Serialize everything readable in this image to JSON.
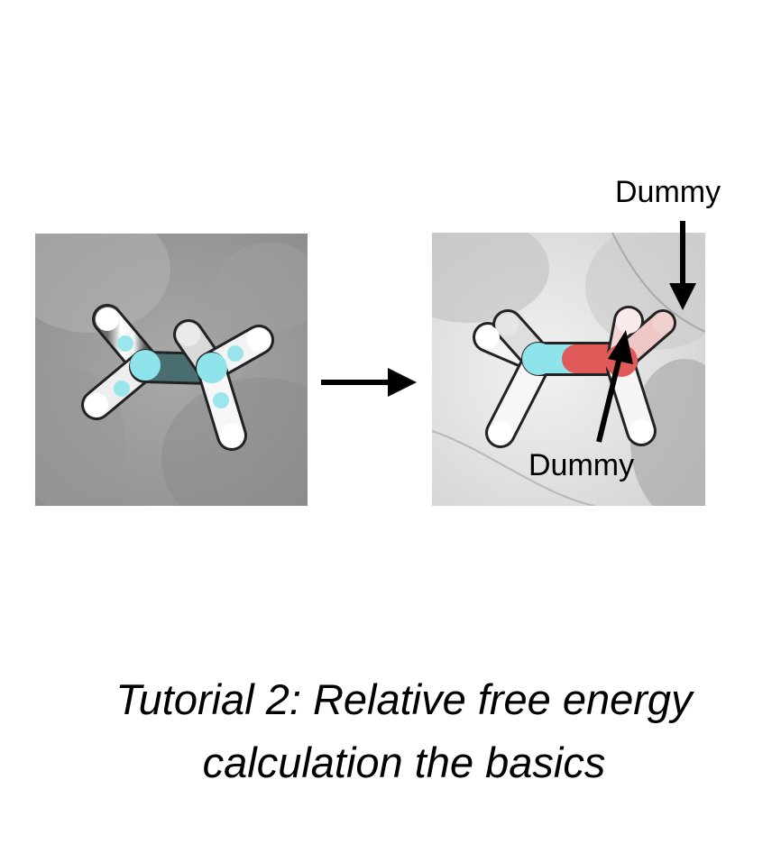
{
  "labels": {
    "dummy_top": "Dummy",
    "dummy_bottom": "Dummy"
  },
  "title": {
    "line1": "Tutorial 2: Relative free energy",
    "line2": "calculation the basics"
  },
  "colors": {
    "background": "#ffffff",
    "carbon_cyan": "#8fe3ea",
    "hydrogen_white": "#ffffff",
    "oxygen_red": "#e05a5a",
    "dummy_pink": "#f3d7d7",
    "arrow": "#000000",
    "panel_gray": "#9e9e9e"
  },
  "molecules": {
    "left": "ethane",
    "right": "ethanol-like with dummy atoms"
  }
}
